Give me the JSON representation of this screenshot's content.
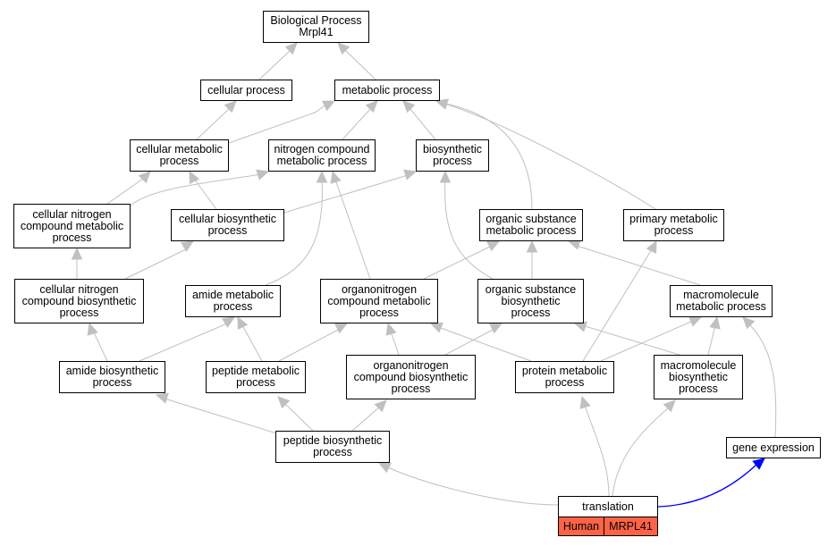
{
  "colors": {
    "edge": "#c0c0c0",
    "highlight_edge": "#0000ff",
    "annotation_fill": "#ff6347",
    "node_border": "#000000"
  },
  "nodes": {
    "root": "Biological Process\nMrpl41",
    "cellular_process": "cellular process",
    "metabolic_process": "metabolic process",
    "cellular_metabolic_process": "cellular metabolic\nprocess",
    "nitrogen_compound_metabolic_process": "nitrogen compound\nmetabolic process",
    "biosynthetic_process": "biosynthetic\nprocess",
    "cellular_nitrogen_compound_metabolic_process": "cellular nitrogen\ncompound metabolic\nprocess",
    "cellular_biosynthetic_process": "cellular biosynthetic\nprocess",
    "organic_substance_metabolic_process": "organic substance\nmetabolic process",
    "primary_metabolic_process": "primary metabolic\nprocess",
    "cellular_nitrogen_compound_biosynthetic_process": "cellular nitrogen\ncompound biosynthetic\nprocess",
    "amide_metabolic_process": "amide metabolic\nprocess",
    "organonitrogen_compound_metabolic_process": "organonitrogen\ncompound metabolic\nprocess",
    "organic_substance_biosynthetic_process": "organic substance\nbiosynthetic\nprocess",
    "macromolecule_metabolic_process": "macromolecule\nmetabolic process",
    "amide_biosynthetic_process": "amide biosynthetic\nprocess",
    "peptide_metabolic_process": "peptide metabolic\nprocess",
    "organonitrogen_compound_biosynthetic_process": "organonitrogen\ncompound biosynthetic\nprocess",
    "protein_metabolic_process": "protein metabolic\nprocess",
    "macromolecule_biosynthetic_process": "macromolecule\nbiosynthetic\nprocess",
    "peptide_biosynthetic_process": "peptide biosynthetic\nprocess",
    "gene_expression": "gene expression",
    "translation": "translation"
  },
  "annotation": {
    "species": "Human",
    "gene": "MRPL41"
  }
}
